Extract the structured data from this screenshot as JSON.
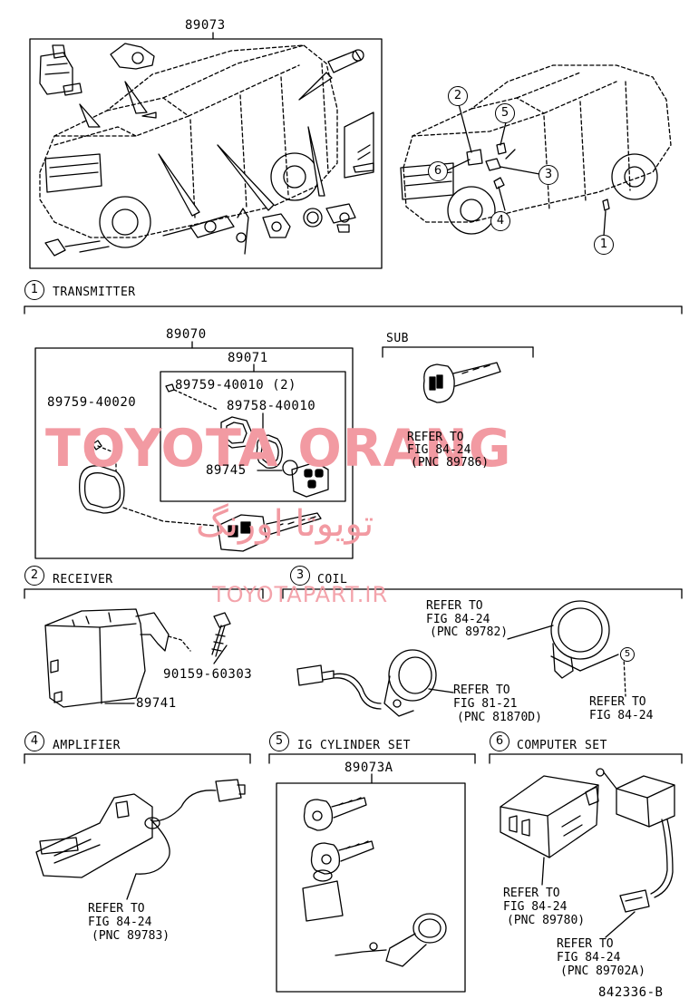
{
  "figure": {
    "id": "842336-B",
    "main_part": "89073"
  },
  "sections": {
    "transmitter": {
      "num": "1",
      "title": "TRANSMITTER"
    },
    "receiver": {
      "num": "2",
      "title": "RECEIVER"
    },
    "coil": {
      "num": "3",
      "title": "COIL"
    },
    "amplifier": {
      "num": "4",
      "title": "AMPLIFIER"
    },
    "ig_cylinder": {
      "num": "5",
      "title": "IG CYLINDER SET"
    },
    "computer": {
      "num": "6",
      "title": "COMPUTER SET"
    }
  },
  "callouts": {
    "c1": "1",
    "c2": "2",
    "c3": "3",
    "c4": "4",
    "c5": "5",
    "c6": "6"
  },
  "transmitter": {
    "assembly": "89070",
    "subassembly": "89071",
    "screw_a": "89759-40020",
    "screw_b": "89759-40010 (2)",
    "gasket": "89758-40010",
    "battery": "89745",
    "sub_title": "SUB",
    "sub_ref": [
      "REFER TO",
      "FIG 84-24",
      "(PNC 89786)"
    ]
  },
  "receiver": {
    "bolt": "90159-60303",
    "unit": "89741"
  },
  "coil": {
    "ref_top": [
      "REFER TO",
      "FIG 84-24",
      "(PNC 89782)"
    ],
    "ref_mid": [
      "REFER TO",
      "FIG 81-21",
      "(PNC 81870D)"
    ],
    "ref_right": [
      "REFER TO",
      "FIG 84-24"
    ],
    "marker": "5"
  },
  "amplifier": {
    "ref": [
      "REFER TO",
      "FIG 84-24",
      "(PNC 89783)"
    ]
  },
  "ig_cylinder": {
    "part": "89073A"
  },
  "computer": {
    "ref_a": [
      "REFER TO",
      "FIG 84-24",
      "(PNC 89780)"
    ],
    "ref_b": [
      "REFER TO",
      "FIG 84-24",
      "(PNC 89702A)"
    ]
  },
  "watermark": {
    "main": "TOYOTA ORANG",
    "farsi": "تويوتا اورنگ",
    "url": "TOYOTAPART.IR",
    "color": "#f29aa2"
  }
}
